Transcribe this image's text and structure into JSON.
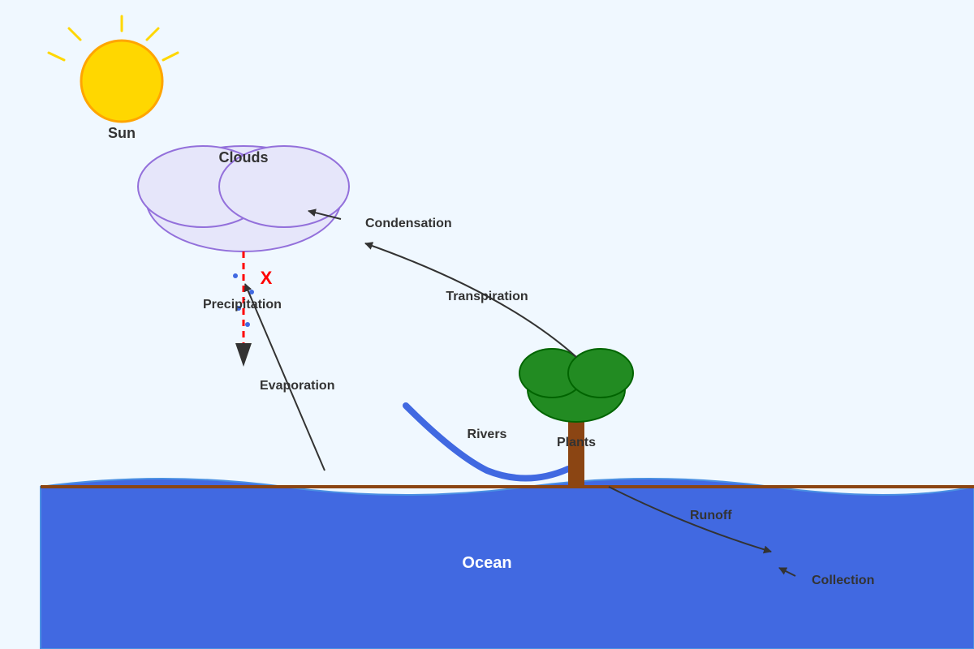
{
  "labels": {
    "sun": "Sun",
    "clouds": "Clouds",
    "condensation": "Condensation",
    "transpiration": "Transpiration",
    "precipitation": "Precipitation",
    "evaporation": "Evaporation",
    "rivers": "Rivers",
    "plants": "Plants",
    "runoff": "Runoff",
    "ocean": "Ocean",
    "collection": "Collection",
    "error_mark": "X"
  },
  "colors": {
    "background": "#f0f8ff",
    "sun": "#ffd700",
    "sun_outline": "#ffa500",
    "cloud": "#e6e6fa",
    "cloud_outline": "#9370db",
    "ocean": "#4169e1",
    "ground": "#8b4513",
    "tree_leaves": "#228b22",
    "tree_outline": "#006400",
    "arrow": "#333333",
    "error": "#ff0000"
  }
}
